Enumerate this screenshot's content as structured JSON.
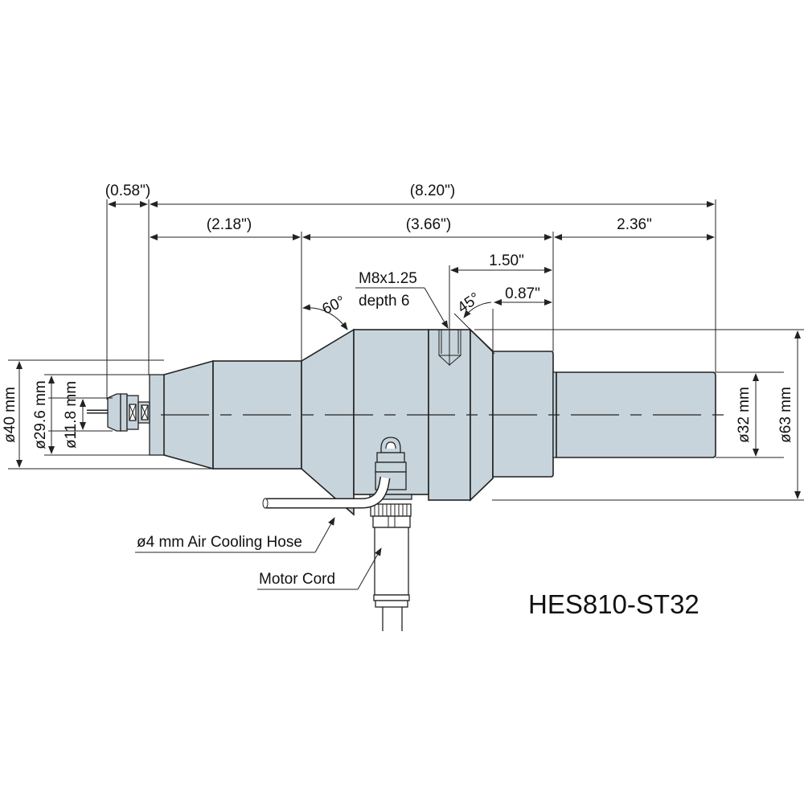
{
  "title": "HES810-ST32",
  "colors": {
    "body_fill": "#c7d4db",
    "line": "#222222",
    "background": "#ffffff"
  },
  "dimensions": {
    "horizontal": {
      "collet_length": "(0.58\")",
      "overall_length": "(8.20\")",
      "nose_length": "(2.18\")",
      "body_length": "(3.66\")",
      "shank_length": "2.36\"",
      "tap_to_shank": "1.50\"",
      "chamfer_to_shank": "0.87\""
    },
    "diameters": {
      "body": "ø40 mm",
      "nose": "ø29.6 mm",
      "collet": "ø11.8 mm",
      "shank": "ø32 mm",
      "max_body": "ø63 mm"
    },
    "angles": {
      "taper": "60°",
      "chamfer": "45°"
    }
  },
  "callouts": {
    "thread_line1": "M8x1.25",
    "thread_line2": "depth 6",
    "air_hose": "ø4 mm Air Cooling Hose",
    "motor_cord": "Motor Cord"
  }
}
